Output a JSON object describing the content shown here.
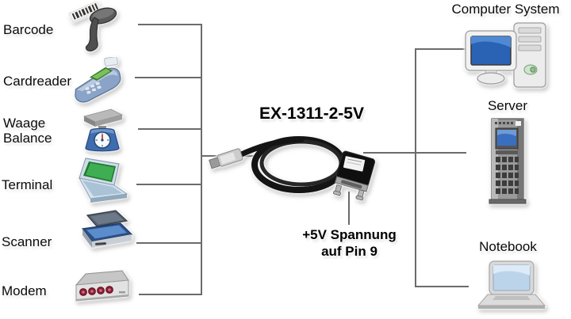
{
  "title": "EX-1311-2-5V",
  "annotation": {
    "line1": "+5V Spannung",
    "line2": "auf Pin 9"
  },
  "left_devices": [
    {
      "label": "Barcode",
      "icon": "barcode-scanner-icon"
    },
    {
      "label": "Cardreader",
      "icon": "cardreader-icon"
    },
    {
      "label": "Waage",
      "label2": "Balance",
      "icon": "scale-icon"
    },
    {
      "label": "Terminal",
      "icon": "terminal-icon"
    },
    {
      "label": "Scanner",
      "icon": "flatbed-scanner-icon"
    },
    {
      "label": "Modem",
      "icon": "modem-icon"
    }
  ],
  "right_devices": [
    {
      "label": "Computer System",
      "icon": "desktop-computer-icon"
    },
    {
      "label": "Server",
      "icon": "server-icon"
    },
    {
      "label": "Notebook",
      "icon": "notebook-icon"
    }
  ],
  "colors": {
    "background": "#ffffff",
    "connector_line": "#6b6b6b",
    "text": "#000000"
  }
}
